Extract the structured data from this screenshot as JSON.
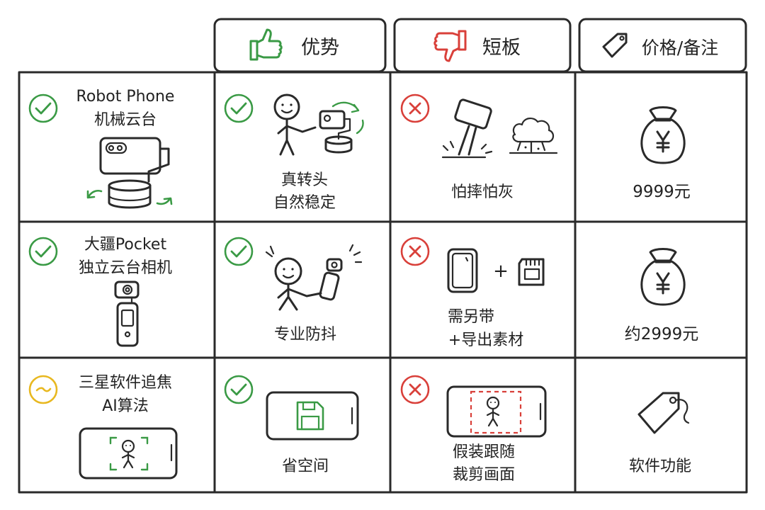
{
  "headers": {
    "pros": "优势",
    "cons": "短板",
    "price": "价格/备注"
  },
  "rows": [
    {
      "name_line1": "Robot Phone",
      "name_line2": "机械云台",
      "status": "check",
      "pro_line1": "真转头",
      "pro_line2": "自然稳定",
      "con_line1": "怕摔怕灰",
      "price": "9999元"
    },
    {
      "name_line1": "大疆Pocket",
      "name_line2": "独立云台相机",
      "status": "check",
      "pro_line1": "专业防抖",
      "con_line1": "需另带",
      "con_line2": "+导出素材",
      "price": "约2999元"
    },
    {
      "name_line1": "三星软件追焦",
      "name_line2": "AI算法",
      "status": "neutral",
      "pro_line1": "省空间",
      "con_line1": "假装跟随",
      "con_line2": "裁剪画面",
      "price": "软件功能"
    }
  ],
  "colors": {
    "check": "#3a9a45",
    "cross": "#d9403a",
    "neutral": "#e8b820",
    "thumb_up": "#3a9a45",
    "thumb_down": "#d9403a",
    "save_icon": "#3a9a45",
    "frame_dashed": "#d9403a",
    "frame_corners": "#3a9a45"
  },
  "icons": [
    "thumbs-up-icon",
    "thumbs-down-icon",
    "price-tag-icon",
    "check-circle-icon",
    "cross-circle-icon",
    "neutral-circle-icon",
    "money-bag-icon",
    "save-icon",
    "phone-icon",
    "sd-card-icon"
  ]
}
